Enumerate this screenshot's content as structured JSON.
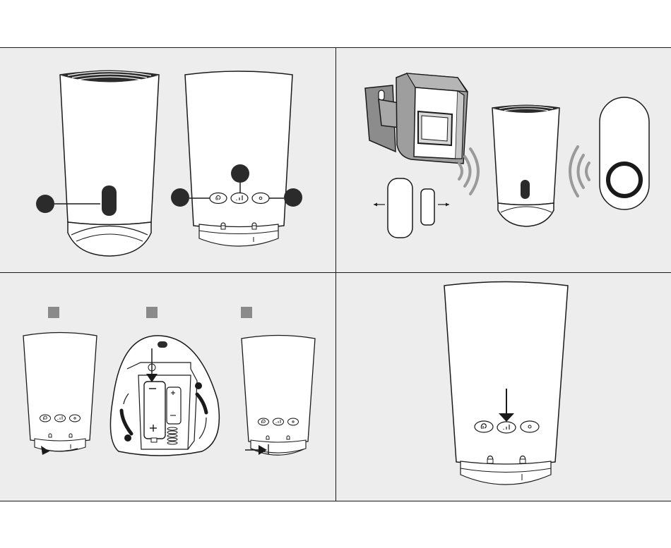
{
  "colors": {
    "panel_bg": "#ededed",
    "device_body": "#ffffff",
    "outline": "#1a1a1a",
    "accent_dark": "#2b2b2b",
    "signal_waves": "#9a9a9a",
    "sensor_grey": "#8c8c8c",
    "step_marker": "#8a8a8a"
  },
  "icons": [
    "chime-unit-front",
    "chime-unit-back",
    "melody-button-icon",
    "pair-signal-button-icon",
    "volume-button-icon",
    "pir-motion-sensor",
    "door-contact-sensor",
    "bell-push",
    "battery-compartment",
    "press-arrow-icon"
  ],
  "panels": {
    "top_left": {
      "callouts": 4,
      "buttons": 3
    },
    "top_right": {
      "wave_groups": 2
    },
    "bottom_left": {
      "steps": 3
    },
    "bottom_right": {
      "highlighted_button": "pair-signal-button"
    }
  }
}
